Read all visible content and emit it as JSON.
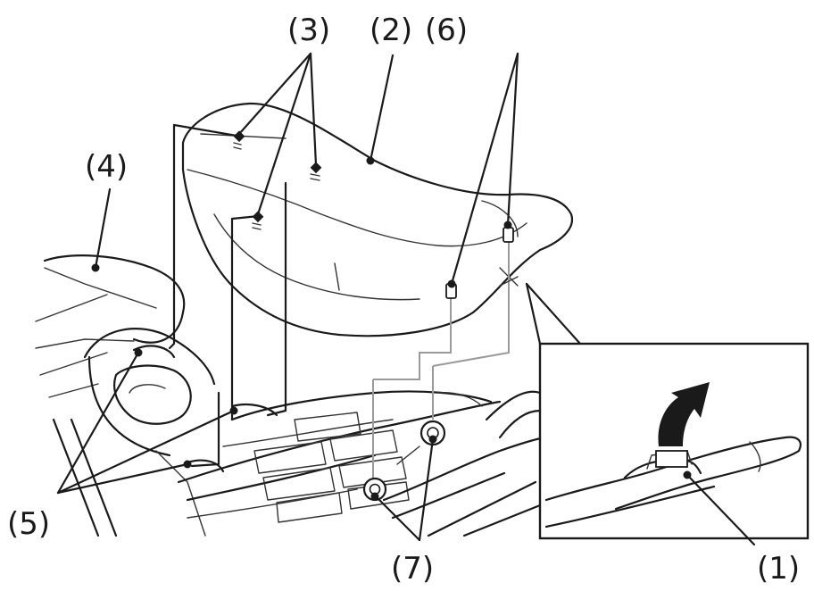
{
  "callouts": {
    "c1": "(1)",
    "c2": "(2)",
    "c3": "(3)",
    "c4": "(4)",
    "c5": "(5)",
    "c6": "(6)",
    "c7": "(7)"
  },
  "colors": {
    "ink": "#1a1a1a",
    "guide": "#9a9a9a",
    "background": "#ffffff"
  }
}
